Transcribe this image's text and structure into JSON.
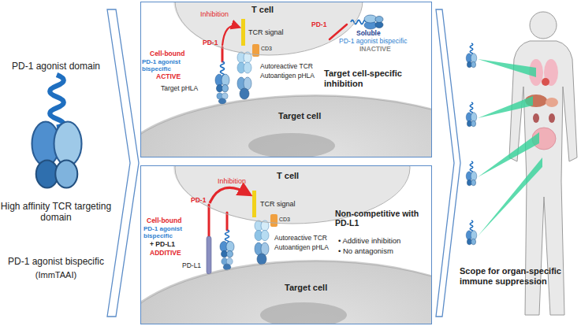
{
  "diagram": {
    "nodes": [
      {
        "text": [
          "Target cell-specific inhibition"
        ]
      },
      {
        "text": [
          "T cell"
        ],
        "in": 0
      },
      {
        "text": [
          "Target cell"
        ],
        "in": 0
      },
      {
        "text": [
          "Non-competitive with PD-L1",
          "• Additive inhibition",
          "• No antagonism"
        ]
      },
      {
        "text": [
          "T cell"
        ],
        "in": 3
      },
      {
        "text": [
          "Target cell"
        ],
        "in": 3
      }
    ],
    "labels": [
      "PD-1 agonist domain",
      "High affinity TCR targeting domain",
      "PD-1 agonist bispecific",
      "(ImmTAAI)",
      "PD-1",
      "Inhibition",
      "TCR signal",
      "Soluble",
      "PD-1 agonist bispecific",
      "INACTIVE",
      "PD-1",
      "Cell-bound",
      "PD-1 agonist bispecific",
      "ACTIVE",
      "CD3",
      "Autoreactive TCR",
      "Autoantigen pHLA",
      "Target pHLA",
      "PD-1",
      "Inhibition",
      "TCR signal",
      "PD-L1",
      "Cell-bound",
      "PD-1 agonist bispecific",
      "+ PD-L1",
      "ADDITIVE",
      "CD3",
      "Autoreactive TCR",
      "Autoantigen pHLA",
      "Scope for organ-specific immune suppression"
    ]
  }
}
